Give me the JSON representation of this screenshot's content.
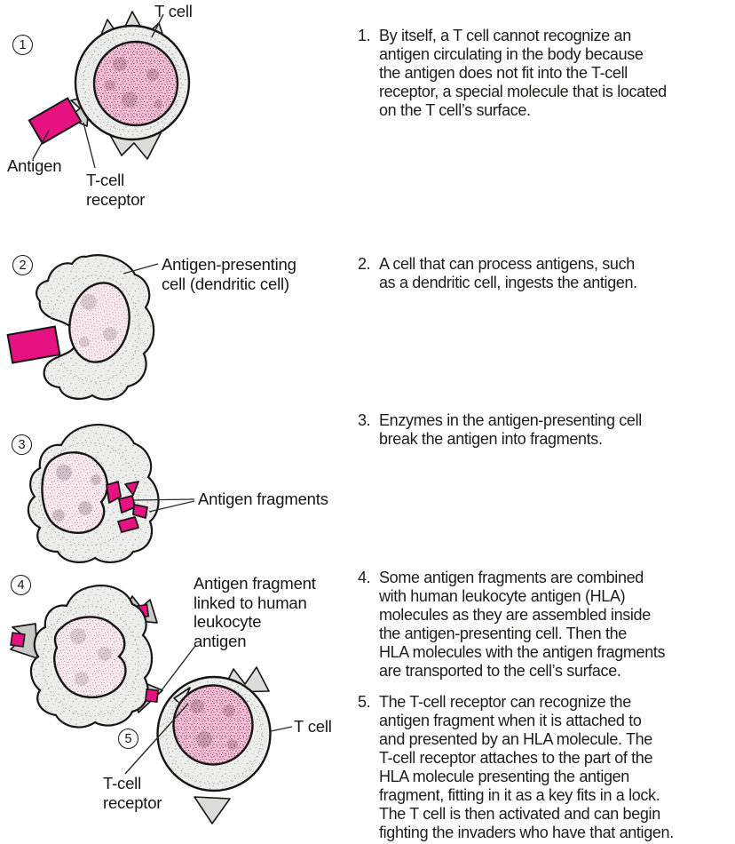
{
  "figure": {
    "step_markers": [
      "1",
      "2",
      "3",
      "4",
      "5"
    ],
    "annotations": {
      "step1_cell": "T cell",
      "step1_antigen": "Antigen",
      "step1_receptor": "T-cell\nreceptor",
      "step2_cell": "Antigen-presenting\ncell (dendritic cell)",
      "step3_fragments": "Antigen fragments",
      "step4_hla": "Antigen fragment\nlinked to human\nleukocyte\nantigen",
      "step5_cell": "T cell",
      "step5_receptor": "T-cell\nreceptor"
    },
    "captions": [
      {
        "num": "1.",
        "text": "By itself, a T cell cannot recognize an\nantigen circulating in the body because\nthe antigen does not fit into the T-cell\nreceptor, a special molecule that is located\non the T cell’s surface."
      },
      {
        "num": "2.",
        "text": "A cell that can process antigens, such\nas a dendritic cell, ingests the antigen."
      },
      {
        "num": "3.",
        "text": "Enzymes in the antigen-presenting cell\nbreak the antigen into fragments."
      },
      {
        "num": "4.",
        "text": "Some antigen fragments are combined\nwith human leukocyte antigen (HLA)\nmolecules as they are assembled inside\nthe antigen-presenting cell. Then the\nHLA molecules with the antigen fragments\nare transported to the cell’s surface."
      },
      {
        "num": "5.",
        "text": "The T-cell receptor can recognize the\nantigen fragment when it is attached to\nand presented by an HLA molecule. The\nT-cell receptor attaches to the part of the\nHLA molecule presenting the antigen\nfragment, fitting in it as a key fits in a lock.\nThe T cell is then activated and can begin\nfighting the invaders who have that antigen."
      }
    ],
    "colors": {
      "antigen_magenta": "#E5127F",
      "cell_cytoplasm": "#EDEDEB",
      "tcell_nucleus": "#F5BED5",
      "apc_nucleus": "#FBEBF1",
      "hla_gray": "#C9C9C7",
      "spike_gray": "#DCDCDA",
      "outline": "#161616",
      "text": "#1D1D1B"
    }
  }
}
